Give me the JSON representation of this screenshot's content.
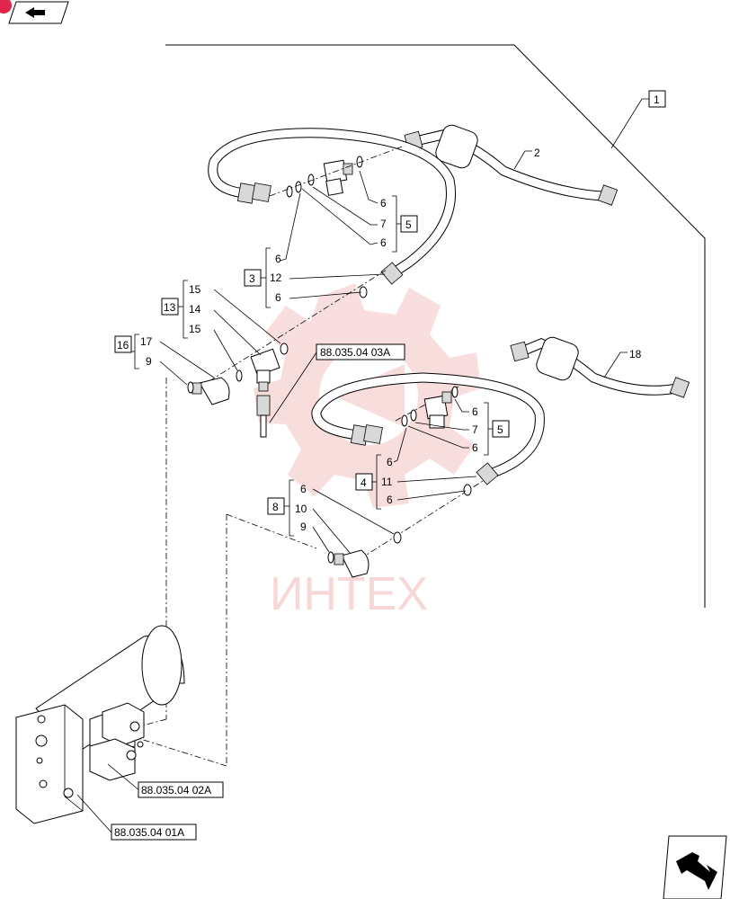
{
  "watermark": {
    "text": "ИНТЕХ",
    "color": "#f0a8a8"
  },
  "nav": {
    "corner_icon": "arrow-back-icon",
    "bottom_icon": "arrow-next-icon"
  },
  "refs": {
    "ref_03a": "88.035.04 03A",
    "ref_02a": "88.035.04 02A",
    "ref_01a": "88.035.04 01A"
  },
  "callouts": {
    "c1": "1",
    "c2": "2",
    "c18": "18",
    "c3": "3",
    "c4": "4",
    "c5a": "5",
    "c5b": "5",
    "c8": "8",
    "c13": "13",
    "c16": "16",
    "g5a": [
      "6",
      "7",
      "6"
    ],
    "g3": [
      "6",
      "12",
      "6"
    ],
    "g13": [
      "15",
      "14",
      "15"
    ],
    "g16": [
      "17",
      "9"
    ],
    "g5b": [
      "6",
      "7",
      "6"
    ],
    "g4": [
      "6",
      "11",
      "6"
    ],
    "g8": [
      "6",
      "10",
      "9"
    ]
  }
}
